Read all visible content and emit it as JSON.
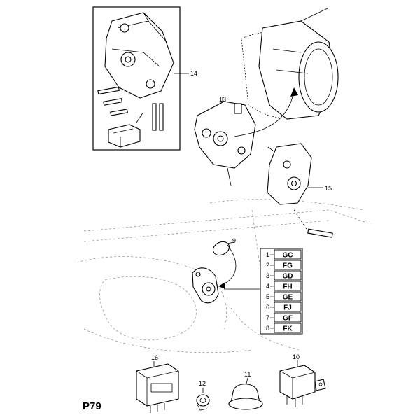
{
  "page_ref": "P79",
  "callouts": {
    "c14": "14",
    "c13": "13",
    "c15": "15",
    "c9": "9",
    "c16": "16",
    "c12": "12",
    "c11": "11",
    "c10": "10"
  },
  "code_table": {
    "rows": [
      {
        "num": "1",
        "code": "GC"
      },
      {
        "num": "2",
        "code": "FG"
      },
      {
        "num": "3",
        "code": "GD"
      },
      {
        "num": "4",
        "code": "FH"
      },
      {
        "num": "5",
        "code": "GE"
      },
      {
        "num": "6",
        "code": "FJ"
      },
      {
        "num": "7",
        "code": "GF"
      },
      {
        "num": "8",
        "code": "FK"
      }
    ]
  }
}
